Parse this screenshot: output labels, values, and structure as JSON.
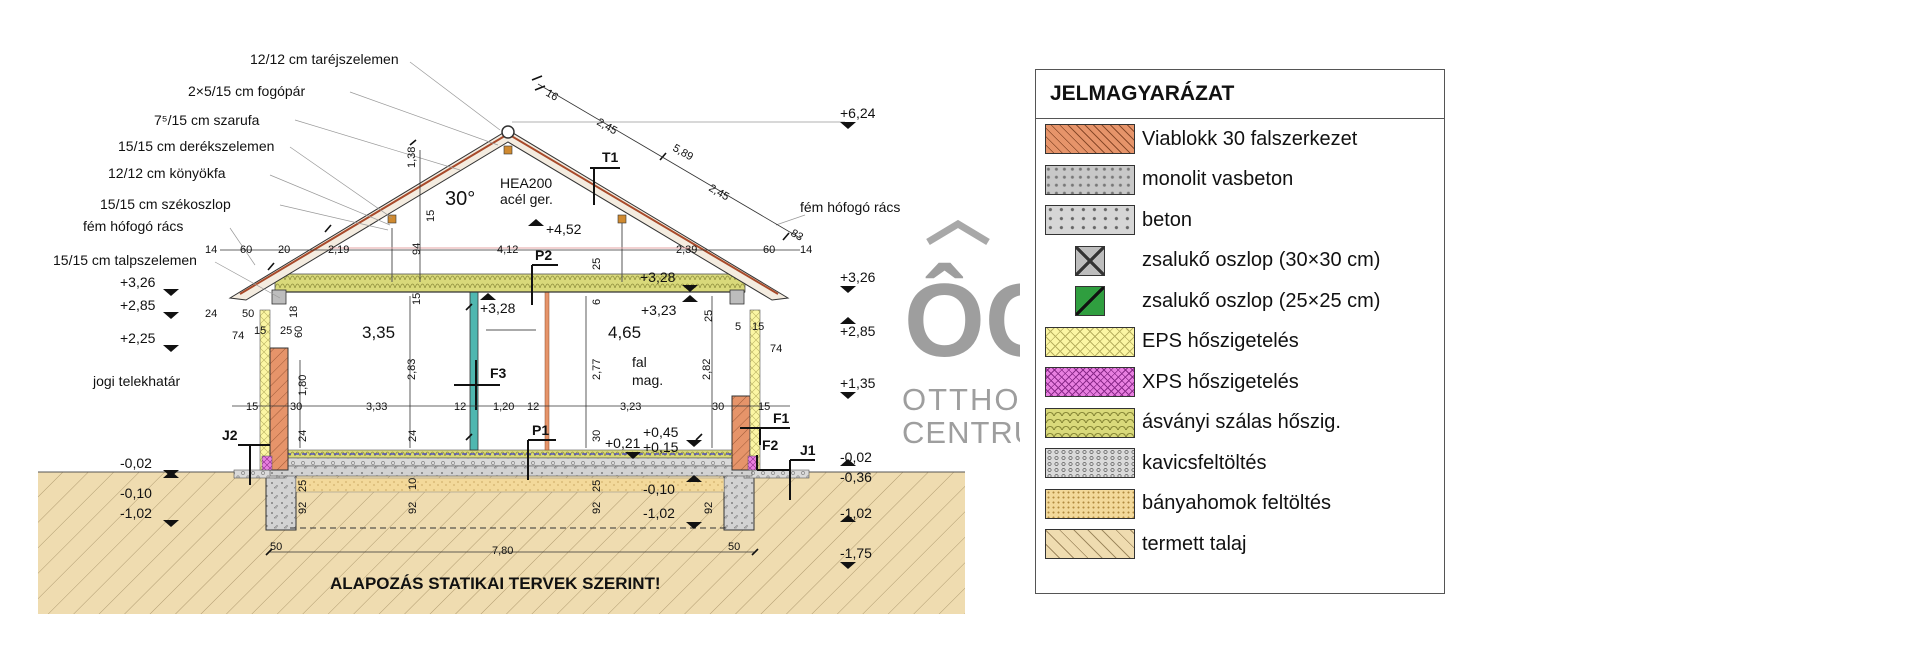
{
  "labels": {
    "l1": "12/12 cm taréjszelemen",
    "l2": "2×5/15 cm fogópár",
    "l3": "7⁵/15 cm szarufa",
    "l4": "15/15 cm derékszelemen",
    "l5": "12/12 cm könyökfa",
    "l6": "15/15 cm székoszlop",
    "l7": "fém hófogó rács",
    "l8": "15/15 cm talpszelemen",
    "l9": "jogi telekhatár",
    "l10": "fém hófogó rács",
    "hea": "HEA200",
    "hea2": "acél ger.",
    "angle": "30°",
    "falmag": "fal",
    "falmag2": "mag."
  },
  "elevations": {
    "e624": "+6,24",
    "e452": "+4,52",
    "e326": "+3,26",
    "e285": "+2,85",
    "e225": "+2,25",
    "e328a": "+3,28",
    "e328b": "+3,28",
    "e323": "+3,23",
    "e326r": "+3,26",
    "e285r": "+2,85",
    "e135": "+1,35",
    "e045": "+0,45",
    "e021": "+0,21",
    "e015": "+0,15",
    "m002": "-0,02",
    "m010": "-0,10",
    "m102": "-1,02",
    "m010b": "-0,10",
    "m102b": "-1,02",
    "m002r": "-0,02",
    "m036": "-0,36",
    "m102r": "-1,02",
    "m175": "-1,75"
  },
  "rooms": {
    "r1": "3,35",
    "r2": "4,65"
  },
  "tags": {
    "T1": "T1",
    "P2": "P2",
    "F3": "F3",
    "P1": "P1",
    "F1": "F1",
    "F2": "F2",
    "J1": "J1",
    "J2": "J2"
  },
  "dims": {
    "d16": "16",
    "d245a": "2,45",
    "d589": "5,89",
    "d245b": "2,45",
    "d83": "83",
    "d14a": "14",
    "d60a": "60",
    "d20": "20",
    "d219": "2,19",
    "d412": "4,12",
    "d239": "2,39",
    "d60b": "60",
    "d14b": "14",
    "d138": "1,38",
    "d15a": "15",
    "d94": "94",
    "d15b": "15",
    "d24a": "24",
    "d50a": "50",
    "d18": "18",
    "d74a": "74",
    "d15c": "15",
    "d25a": "25",
    "d60c": "60",
    "d180": "1,80",
    "d283": "2,83",
    "d277": "2,77",
    "d282": "2,82",
    "d25b": "25",
    "d6": "6",
    "d25c": "25",
    "d5": "5",
    "d15d": "15",
    "d74b": "74",
    "d15e": "15",
    "d30a": "30",
    "d333": "3,33",
    "d12a": "12",
    "d120": "1,20",
    "d12b": "12",
    "d323": "3,23",
    "d30b": "30",
    "d15f": "15",
    "d24b": "24",
    "d24c": "24",
    "d30c": "30",
    "d92a": "92",
    "d25d": "25",
    "d92b": "92",
    "d10": "10",
    "d92c": "92",
    "d25e": "25",
    "d92d": "92",
    "d50b": "50",
    "d780": "7,80",
    "d50c": "50"
  },
  "note": "ALAPOZÁS STATIKAI TERVEK SZERINT!",
  "logo": {
    "line1": "OTTHON",
    "line2": "CENTRUM",
    "mono": "ÔC"
  },
  "legend": {
    "title": "JELMAGYARÁZAT",
    "items": [
      {
        "label": "Viablokk 30 falszerkezet",
        "color": "#e6946a"
      },
      {
        "label": "monolit vasbeton",
        "color": "#c8c8c8"
      },
      {
        "label": "beton",
        "color": "#d6d6d6"
      },
      {
        "label": "zsalukő oszlop (30×30 cm)",
        "color": "#bdbdbd"
      },
      {
        "label": "zsalukő oszlop (25×25 cm)",
        "color": "#2f9e3f"
      },
      {
        "label": "EPS hőszigetelés",
        "color": "#fbf6a3"
      },
      {
        "label": "XPS hőszigetelés",
        "color": "#e87fe0"
      },
      {
        "label": "ásványi szálas hőszig.",
        "color": "#d9d97a"
      },
      {
        "label": "kavicsfeltöltés",
        "color": "#dadada"
      },
      {
        "label": "bányahomok feltöltés",
        "color": "#f3d99a"
      },
      {
        "label": "termett talaj",
        "color": "#efdcb0"
      }
    ]
  }
}
